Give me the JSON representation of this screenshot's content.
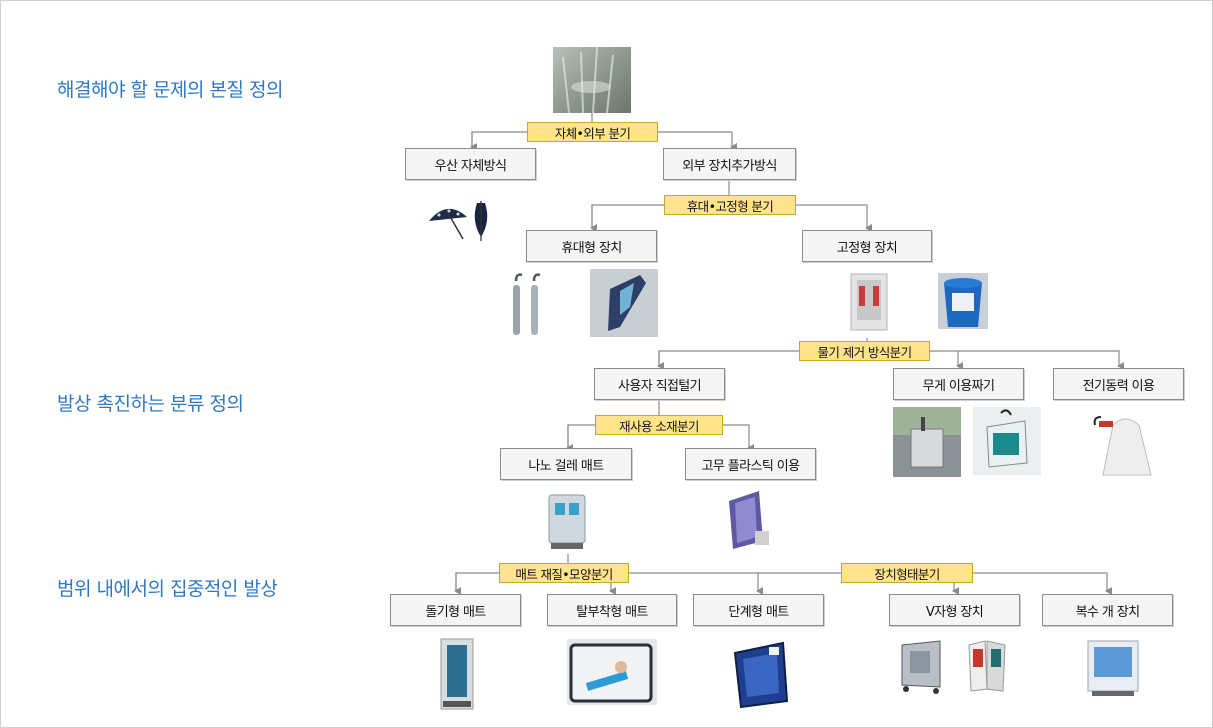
{
  "side_labels": {
    "problem": "해결해야 할 문제의 본질 정의",
    "classification": "발상 촉진하는 분류 정의",
    "focused": "범위 내에서의 집중적인 발상"
  },
  "branches": {
    "b1": "자체•외부 분기",
    "b2": "휴대•고정형 분기",
    "b3": "물기 제거 방식분기",
    "b4": "재사용 소재분기",
    "b5": "매트 재질•모양분기",
    "b6": "장치형태분기"
  },
  "nodes": {
    "umbrella_self": "우산 자체방식",
    "external_device": "외부 장치추가방식",
    "portable": "휴대형 장치",
    "fixed": "고정형 장치",
    "shaking": "사용자 직접털기",
    "weight": "무게 이용짜기",
    "electric": "전기동력 이용",
    "nano_mat": "나노 걸레 매트",
    "rubber": "고무 플라스틱 이용",
    "bump_mat": "돌기형 매트",
    "detach_mat": "탈부착형 매트",
    "step_mat": "단계형 매트",
    "v_device": "V자형 장치",
    "multi_device": "복수 개 장치"
  },
  "colors": {
    "side_label": "#2e79c4",
    "branch_fill": "#ffe48a",
    "branch_border": "#caa62a",
    "node_fill": "#f5f5f5",
    "node_border": "#8c8c8c",
    "connector": "#8a8a8a"
  }
}
